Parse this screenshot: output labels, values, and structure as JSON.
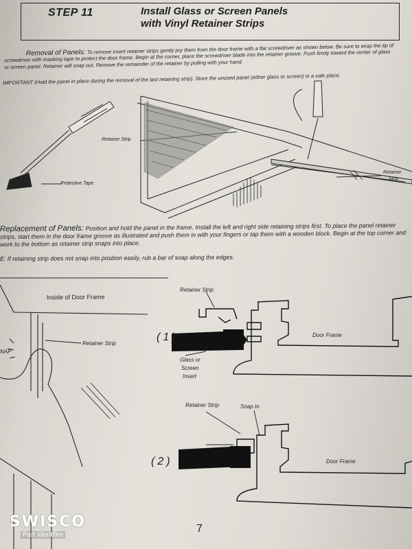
{
  "header": {
    "step": "STEP 11",
    "title_line1": "Install Glass or Screen Panels",
    "title_line2": "with Vinyl Retainer Strips"
  },
  "removal": {
    "heading": "Removal of Panels:",
    "text": "To remove insert retainer strips gently pry them from the door frame with a flat screwdriver as shown below. Be sure to wrap the tip of screwdriver with masking tape to protect the door frame. Begin at the corner, place the screwdriver blade into the retainer groove. Push firmly toward the center of glass or screen panel. Retainer will snap out. Remove the remainder of the retainer by pulling with your hand.",
    "important": "IMPORTANT (Hold the panel in place during the removal of the last retaining strip). Store the unused panel (either glass or screen) in a safe place."
  },
  "figure1": {
    "retainer_strip": "Retainer Strip",
    "protective_tape": "Protective Tape",
    "retainer_right": "Retainer",
    "strip_right": "Strip"
  },
  "replacement": {
    "heading": "Replacement of Panels:",
    "text": "Position and hold the panel in the frame. Install the left and right side retaining strips first. To place the panel retainer strips, start them in the door frame groove as illustrated and push them in with your fingers or tap them with a wooden block. Begin at the top corner and work to the bottom as retainer strip snaps into place.",
    "note": "E: If retaining strip does not snap into position easily, rub a bar of soap along the edges."
  },
  "figure2": {
    "inside_door_frame": "Inside of Door Frame",
    "retainer_strip": "Retainer Strip",
    "snap": "NAP"
  },
  "figure3": {
    "retainer_strip_top": "Retainer Strip",
    "step1": "(1)",
    "door_frame_1": "Door Frame",
    "glass_label": "Glass or",
    "screen_label": "Screen",
    "insert_label": "Insert",
    "retainer_strip_bottom": "Retainer Strip",
    "snap_in": "Snap In",
    "step2": "(2)",
    "door_frame_2": "Door Frame"
  },
  "footer": {
    "page_number": "7",
    "brand": "SWISCO",
    "brand_sub": "Part Identifier"
  }
}
